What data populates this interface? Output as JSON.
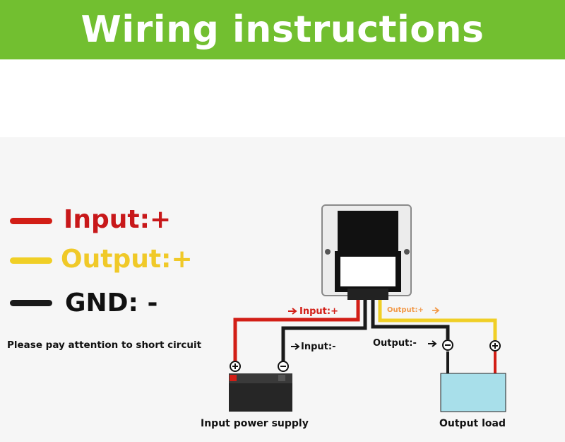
{
  "banner": {
    "title": "Wiring instructions"
  },
  "colors": {
    "banner": "#72bf30",
    "red": "#d21e16",
    "yellow": "#f0cf26",
    "black": "#1a1a1a",
    "battery": "#262626",
    "load": "#a8dfea",
    "output_label": "#f29a4a"
  },
  "legend": {
    "input_plus": "Input:+",
    "output_plus": "Output:+",
    "gnd": "GND: -"
  },
  "note": "Please pay attention to short circuit",
  "wire_labels": {
    "input_plus": "Input:+",
    "input_minus": "Input:-",
    "output_plus": "Output:+",
    "output_minus": "Output:-"
  },
  "devices": {
    "battery_label": "Input power supply",
    "load_label": "Output load"
  },
  "icons": [
    "converter-module-icon",
    "battery-icon",
    "load-icon",
    "plus-terminal-icon",
    "minus-terminal-icon",
    "arrow-right-icon"
  ]
}
